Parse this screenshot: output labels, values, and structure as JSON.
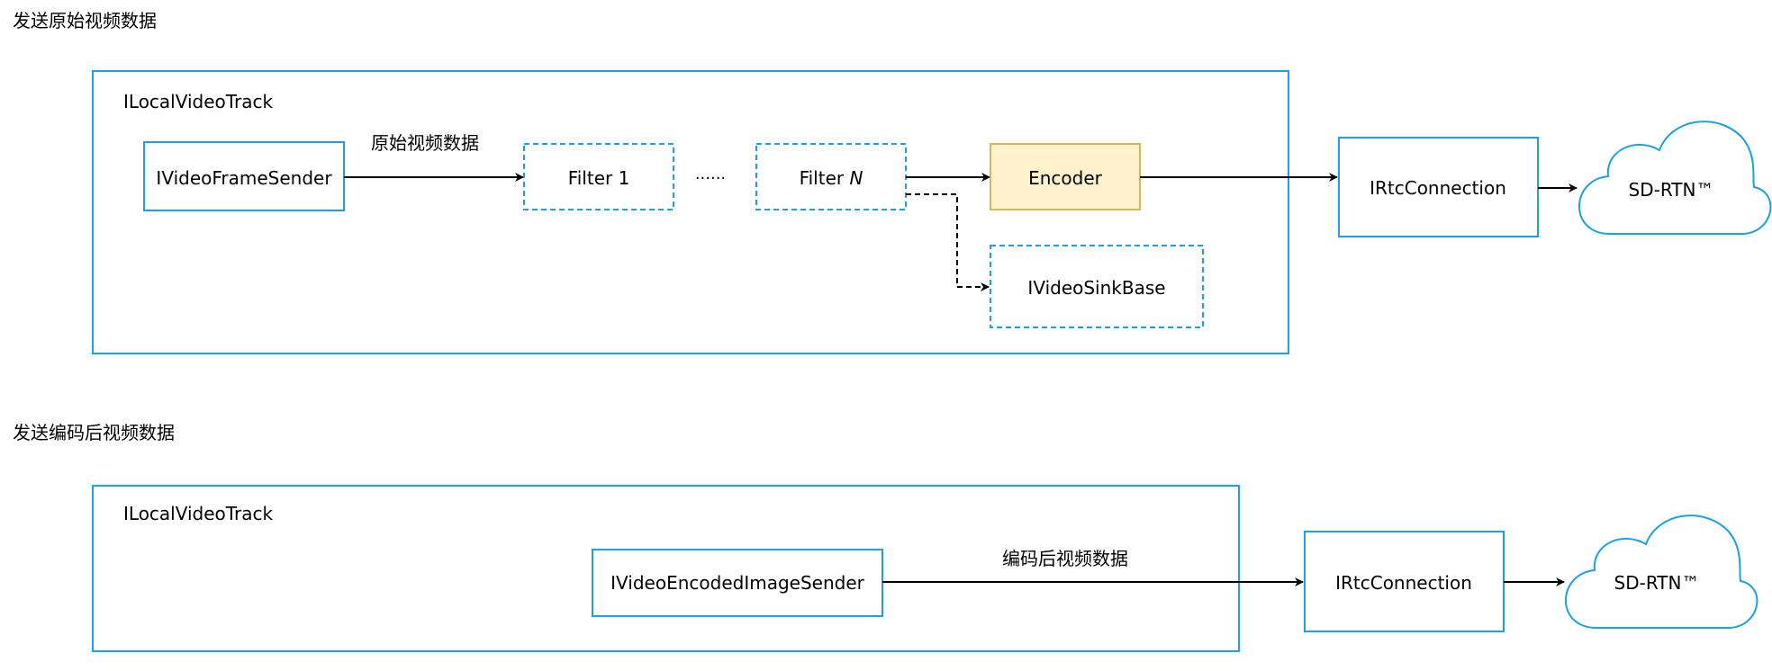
{
  "colors": {
    "border": "#1ba1e2",
    "encoder_fill": "#fff2cc",
    "encoder_border": "#d6b656",
    "arrow": "#000000",
    "text": "#000000"
  },
  "top": {
    "section_title": "发送原始视频数据",
    "track_label": "ILocalVideoTrack",
    "sender": "IVideoFrameSender",
    "edge_label": "原始视频数据",
    "filter1": "Filter 1",
    "ellipsis": "······",
    "filterN_prefix": "Filter ",
    "filterN_suffix": "N",
    "encoder": "Encoder",
    "sink": "IVideoSinkBase",
    "connection": "IRtcConnection",
    "cloud": "SD-RTN™"
  },
  "bottom": {
    "section_title": "发送编码后视频数据",
    "track_label": "ILocalVideoTrack",
    "sender": "IVideoEncodedImageSender",
    "edge_label": "编码后视频数据",
    "connection": "IRtcConnection",
    "cloud": "SD-RTN™"
  }
}
